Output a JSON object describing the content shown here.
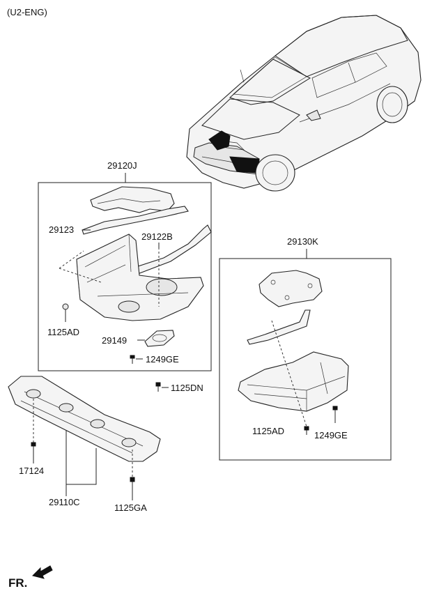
{
  "engine_code": "(U2-ENG)",
  "labels": {
    "p29120J": "29120J",
    "p29123": "29123",
    "p29122B": "29122B",
    "p1125AD_left": "1125AD",
    "p29149": "29149",
    "p1249GE_left": "1249GE",
    "p1125DN": "1125DN",
    "p29130K": "29130K",
    "p1125AD_right": "1125AD",
    "p1249GE_right": "1249GE",
    "p17124": "17124",
    "p29110C": "29110C",
    "p1125GA": "1125GA"
  },
  "front_indicator": "FR."
}
